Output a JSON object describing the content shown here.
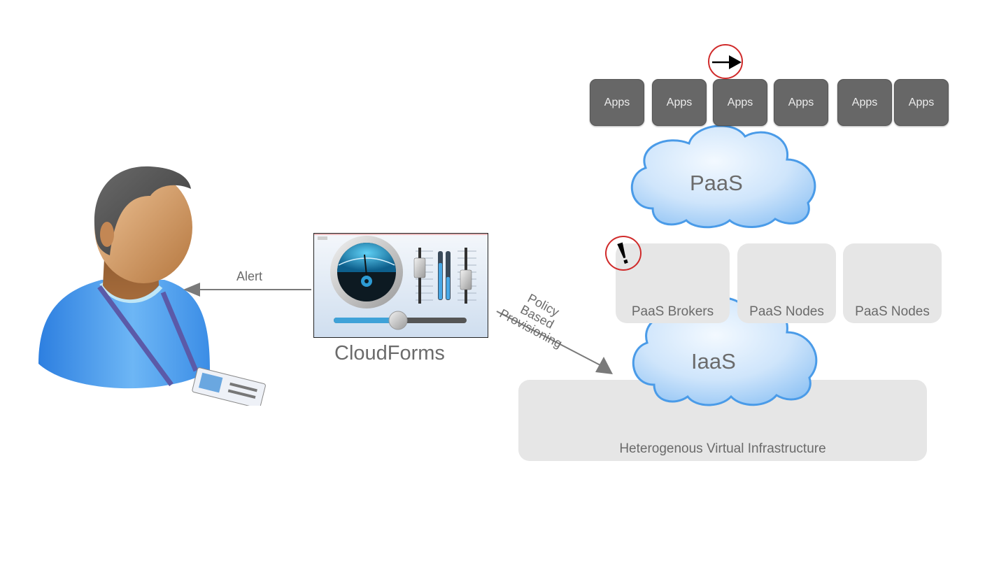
{
  "diagram": {
    "user": {
      "label": ""
    },
    "alert_arrow": {
      "label": "Alert"
    },
    "cloudforms": {
      "label": "CloudForms"
    },
    "provisioning_arrow": {
      "label_lines": [
        "Policy",
        "Based",
        "Provisioning"
      ]
    },
    "apps": [
      {
        "label": "Apps"
      },
      {
        "label": "Apps"
      },
      {
        "label": "Apps"
      },
      {
        "label": "Apps"
      },
      {
        "label": "Apps"
      },
      {
        "label": "Apps"
      }
    ],
    "scale_out_marker": {
      "icon": "arrow-right-icon"
    },
    "paas_cloud": {
      "label": "PaaS"
    },
    "paas_components": [
      {
        "label": "PaaS Brokers"
      },
      {
        "label": "PaaS Nodes"
      },
      {
        "label": "PaaS Nodes"
      }
    ],
    "alert_marker": {
      "icon": "exclamation-icon"
    },
    "iaas_cloud": {
      "label": "IaaS"
    },
    "infrastructure": {
      "label": "Heterogenous Virtual Infrastructure"
    },
    "colors": {
      "app_box": "#676767",
      "grey_box": "#e6e6e6",
      "cloud_blue": "#4a9be8",
      "marker_red": "#d02a2a",
      "arrow_grey": "#7a7a7a"
    }
  }
}
